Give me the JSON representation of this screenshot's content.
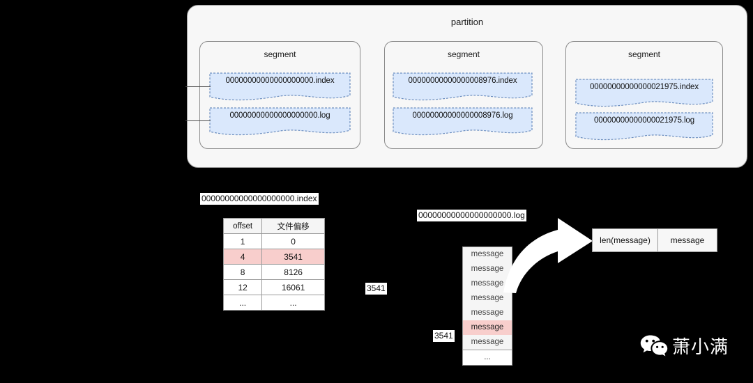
{
  "diagram": {
    "partition": {
      "title": "partition",
      "segments": [
        {
          "title": "segment",
          "index_file": "00000000000000000000.index",
          "log_file": "00000000000000000000.log"
        },
        {
          "title": "segment",
          "index_file": "00000000000000008976.index",
          "log_file": "00000000000000008976.log"
        },
        {
          "title": "segment",
          "index_file": "00000000000000021975.index",
          "log_file": "00000000000000021975.log"
        }
      ]
    },
    "index_detail": {
      "file_label": "00000000000000000000.index",
      "columns": [
        "offset",
        "文件偏移"
      ],
      "rows": [
        {
          "offset": "1",
          "file_offset": "0",
          "highlight": false
        },
        {
          "offset": "4",
          "file_offset": "3541",
          "highlight": true
        },
        {
          "offset": "8",
          "file_offset": "8126",
          "highlight": false
        },
        {
          "offset": "12",
          "file_offset": "16061",
          "highlight": false
        },
        {
          "offset": "...",
          "file_offset": "...",
          "highlight": false
        }
      ]
    },
    "middle_label": "3541",
    "log_detail": {
      "file_label": "00000000000000000000.log",
      "offset_label": "3541",
      "rows": [
        {
          "text": "message",
          "highlight": false
        },
        {
          "text": "message",
          "highlight": false
        },
        {
          "text": "message",
          "highlight": false
        },
        {
          "text": "message",
          "highlight": false
        },
        {
          "text": "message",
          "highlight": false
        },
        {
          "text": "message",
          "highlight": true
        },
        {
          "text": "message",
          "highlight": false
        },
        {
          "text": "...",
          "highlight": false
        }
      ]
    },
    "message_record": {
      "length_field": "len(message)",
      "body_field": "message"
    },
    "watermark": {
      "text": "萧小满",
      "icon": "wechat-icon"
    },
    "colors": {
      "highlight_pink": "#f8cecc",
      "file_fill": "#dae8fc",
      "file_border": "#6c8ebf",
      "canvas_background": "#000000"
    }
  }
}
